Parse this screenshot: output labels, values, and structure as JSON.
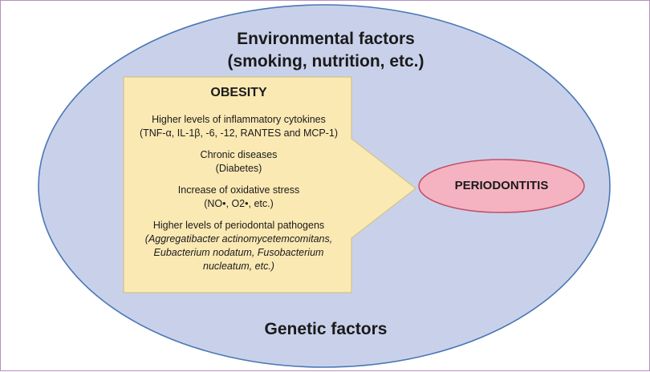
{
  "environmental": {
    "line1": "Environmental factors",
    "line2": "(smoking, nutrition, etc.)"
  },
  "genetic": "Genetic factors",
  "obesity": {
    "title": "OBESITY",
    "factors": [
      {
        "lines": [
          "Higher levels of inflammatory cytokines",
          "(TNF-α, IL-1β, -6, -12, RANTES and MCP-1)"
        ],
        "italic": [
          false,
          false
        ]
      },
      {
        "lines": [
          "Chronic diseases",
          "(Diabetes)"
        ],
        "italic": [
          false,
          false
        ]
      },
      {
        "lines": [
          "Increase of oxidative stress",
          "(NO•, O2•, etc.)"
        ],
        "italic": [
          false,
          false
        ]
      },
      {
        "lines": [
          "Higher levels of periodontal pathogens",
          "(Aggregatibacter actinomycetemcomitans,",
          "Eubacterium nodatum, Fusobacterium",
          "nucleatum, etc.)"
        ],
        "italic": [
          false,
          true,
          true,
          true
        ]
      }
    ]
  },
  "outcome": "PERIODONTITIS",
  "colors": {
    "outer_ellipse_fill": "#c9d1ea",
    "outer_ellipse_stroke": "#4a78b5",
    "arrow_fill": "#fbe9b4",
    "arrow_stroke": "#cfc38a",
    "outcome_fill": "#f5b3c1",
    "outcome_stroke": "#c2506c",
    "frame": "#b58fc2"
  }
}
